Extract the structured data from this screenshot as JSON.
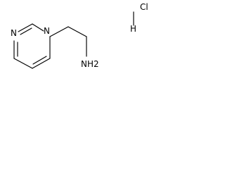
{
  "structure": {
    "ring_atoms": [
      "N",
      "N"
    ],
    "amine_label": "NH2",
    "salt_labels": [
      "Cl",
      "H"
    ]
  }
}
